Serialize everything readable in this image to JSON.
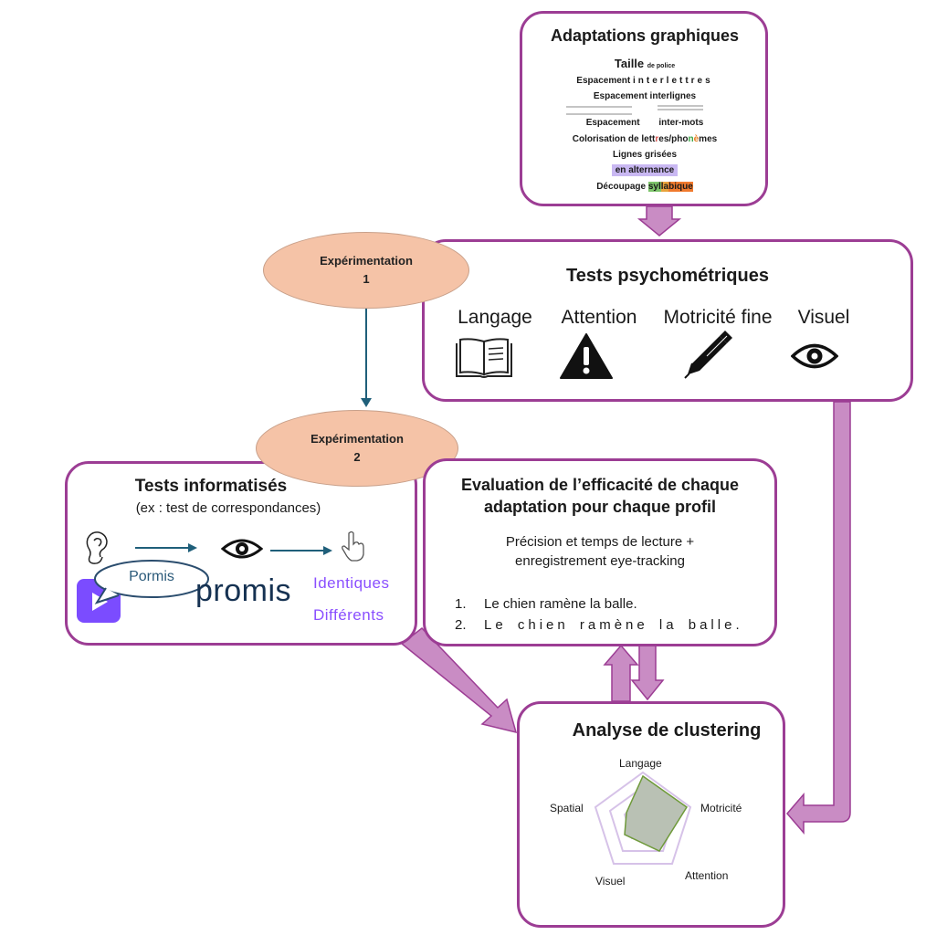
{
  "adaptations": {
    "title": "Adaptations graphiques",
    "taille": "Taille",
    "de_police": "de police",
    "espacement_interlettres_a": "Espacement",
    "espacement_interlettres_b": "interlettres",
    "espacement_interlignes": "Espacement interlignes",
    "espacement_intermots_a": "Espacement",
    "espacement_intermots_b": "inter-mots",
    "colorisation_a": "Colorisation de lett",
    "colorisation_b": "r",
    "colorisation_c": "es/pho",
    "colorisation_d": "n",
    "colorisation_e": "è",
    "colorisation_f": "mes",
    "lignes_grisees": "Lignes grisées",
    "en_alternance": "en alternance",
    "decoupage": "Découpage",
    "syl_1": "syl",
    "syl_2": "la",
    "syl_3": "bique"
  },
  "experimentation1": {
    "line1": "Expérimentation",
    "line2": "1"
  },
  "experimentation2": {
    "line1": "Expérimentation",
    "line2": "2"
  },
  "psychometric": {
    "title": "Tests psychométriques",
    "columns": [
      {
        "label": "Langage",
        "icon": "book-icon"
      },
      {
        "label": "Attention",
        "icon": "warning-icon"
      },
      {
        "label": "Motricité fine",
        "icon": "pen-icon"
      },
      {
        "label": "Visuel",
        "icon": "eye-icon"
      }
    ]
  },
  "computerized": {
    "title": "Tests informatisés",
    "subtitle": "(ex : test de correspondances)",
    "bubble_word": "Pormis",
    "logo_text": "promis",
    "identical": "Identiques",
    "different": "Différents"
  },
  "evaluation": {
    "title_line1": "Evaluation de l’efficacité de chaque",
    "title_line2": "adaptation pour chaque profil",
    "desc_line1": "Précision et temps de lecture +",
    "desc_line2": "enregistrement eye-tracking",
    "item1_num": "1.",
    "item1_text": "Le chien ramène la balle.",
    "item2_num": "2.",
    "item2_text": "Le chien ramène la balle."
  },
  "clustering": {
    "title": "Analyse de clustering",
    "axes": [
      "Langage",
      "Motricité",
      "Attention",
      "Visuel",
      "Spatial"
    ],
    "colors": {
      "fill": "#b9c1b4",
      "stroke": "#6f9a3b"
    }
  },
  "colors": {
    "box_border": "#9c3d94",
    "arrow_fill": "#c98cc4",
    "ellipse_fill": "#f5c3a7",
    "connector": "#1f5f7a",
    "accent_purple": "#8a4fff"
  }
}
